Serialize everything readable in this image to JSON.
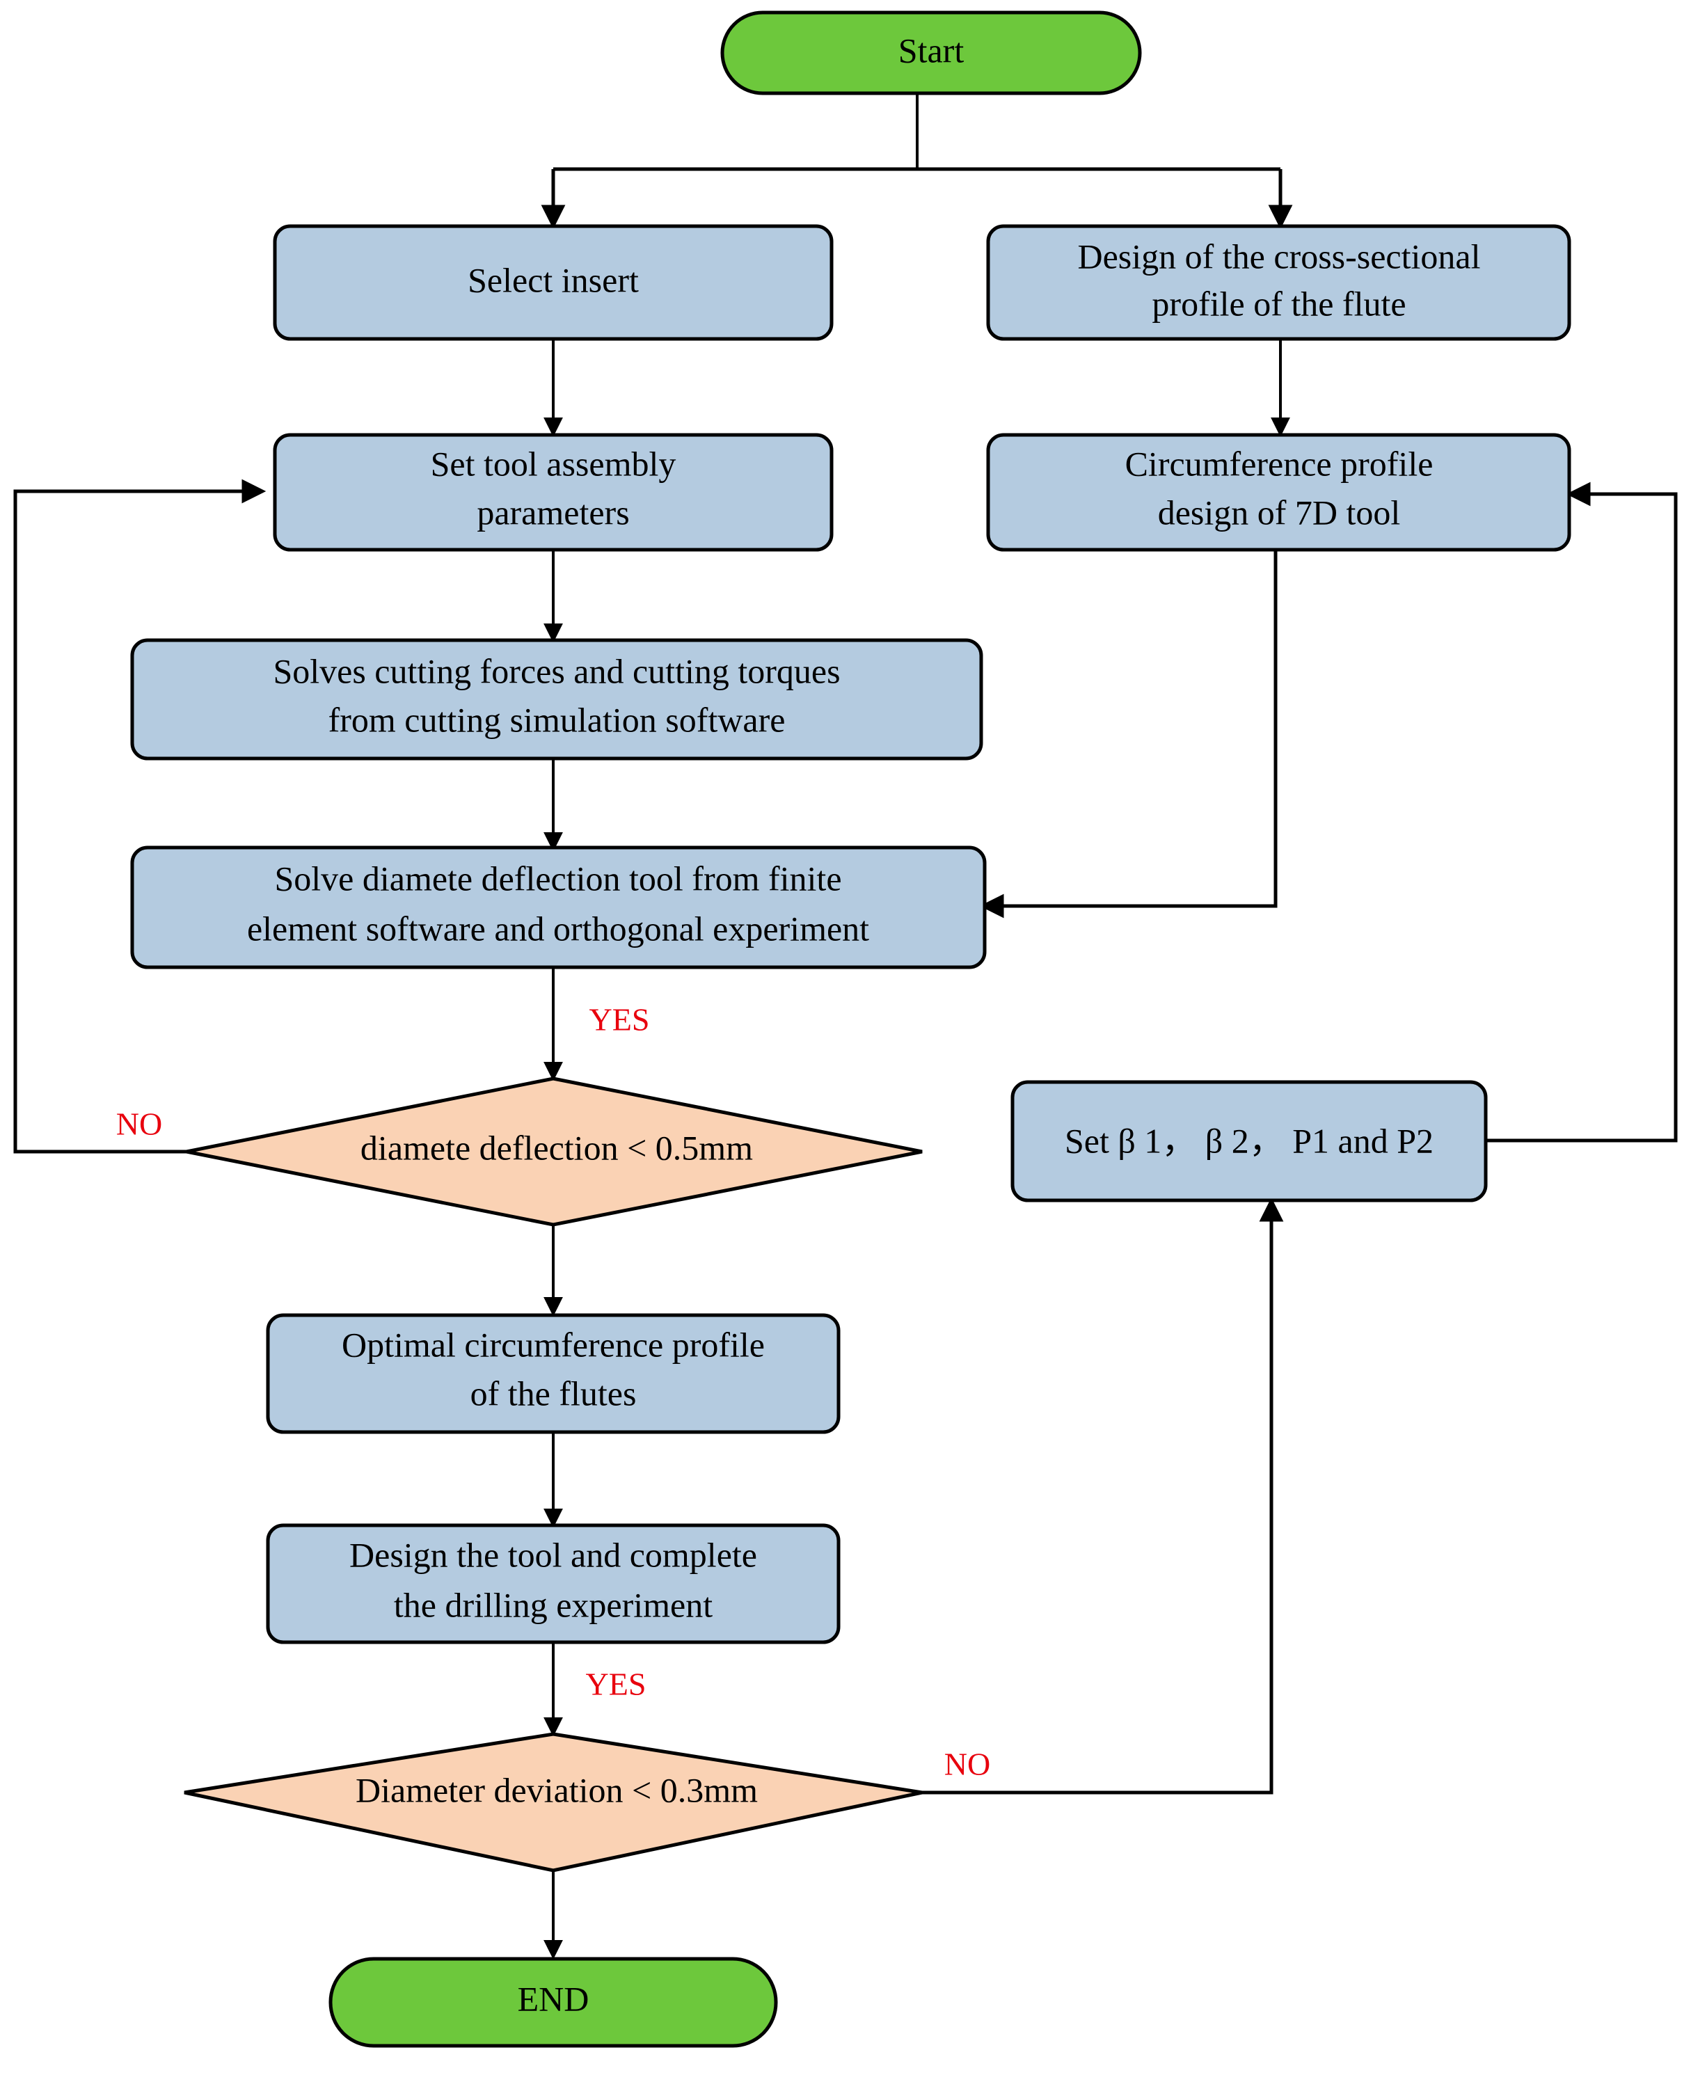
{
  "diagram": {
    "title": "Tool design and optimization flowchart",
    "colors": {
      "terminator_fill": "#6DC83C",
      "process_fill": "#B4CBE0",
      "decision_fill": "#FAD2B4",
      "stroke": "#000000",
      "label_red": "#E8000D",
      "background": "#FFFFFF"
    },
    "nodes": {
      "start": {
        "label": "Start",
        "shape": "terminator"
      },
      "select_insert": {
        "label": "Select insert",
        "shape": "process"
      },
      "cross_section": {
        "line1": "Design of the cross-sectional",
        "line2": "profile of the flute",
        "shape": "process"
      },
      "tool_assembly": {
        "line1": "Set tool assembly",
        "line2": "parameters",
        "shape": "process"
      },
      "circumference_7d": {
        "line1": "Circumference profile",
        "line2": "design of 7D tool",
        "shape": "process"
      },
      "cutting_forces": {
        "line1": "Solves  cutting forces and  cutting torques",
        "line2": "from cutting simulation software",
        "shape": "process"
      },
      "deflection_solve": {
        "line1": "Solve diamete deflection tool from finite",
        "line2": "element software and orthogonal experiment",
        "shape": "process"
      },
      "decision_deflection": {
        "label": "diamete deflection < 0.5mm",
        "shape": "decision"
      },
      "set_beta": {
        "label": "Set  β 1，  β 2，  P1 and P2",
        "shape": "process"
      },
      "optimal_profile": {
        "line1": "Optimal circumference profile",
        "line2": "of the  flutes",
        "shape": "process"
      },
      "design_drilling": {
        "line1": "Design the tool and complete",
        "line2": "the drilling experiment",
        "shape": "process"
      },
      "decision_diameter": {
        "label": "Diameter deviation < 0.3mm",
        "shape": "decision"
      },
      "end": {
        "label": "END",
        "shape": "terminator"
      }
    },
    "edge_labels": {
      "yes_deflection": "YES",
      "no_deflection": "NO",
      "yes_diameter": "YES",
      "no_diameter": "NO"
    }
  }
}
